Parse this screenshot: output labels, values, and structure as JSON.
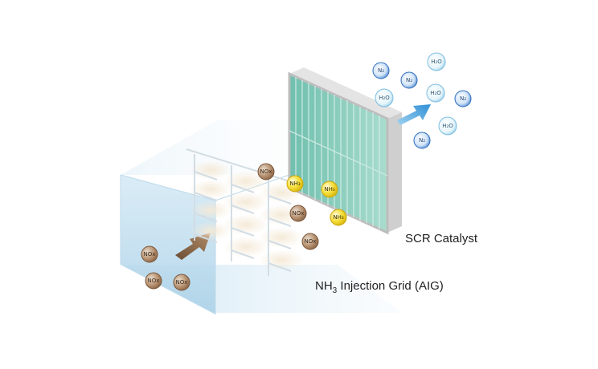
{
  "labels": {
    "scr_catalyst": "SCR Catalyst",
    "aig_prefix": "NH",
    "aig_subscript": "3",
    "aig_suffix": " Injection Grid (AIG)"
  },
  "molecules": {
    "nox": "NOx",
    "nh3": "NH₃",
    "n2": "N₂",
    "h2o": "H₂O"
  },
  "colors": {
    "nox": "#a27a5b",
    "nh3": "#f2d21c",
    "n2": "#3b78c8",
    "h2o": "#86c8e6",
    "catalyst": "#7fc6b4",
    "duct": "#cfe6f3",
    "flow_arrow": "#8a6a4c",
    "out_arrow": "#4ba6df"
  }
}
